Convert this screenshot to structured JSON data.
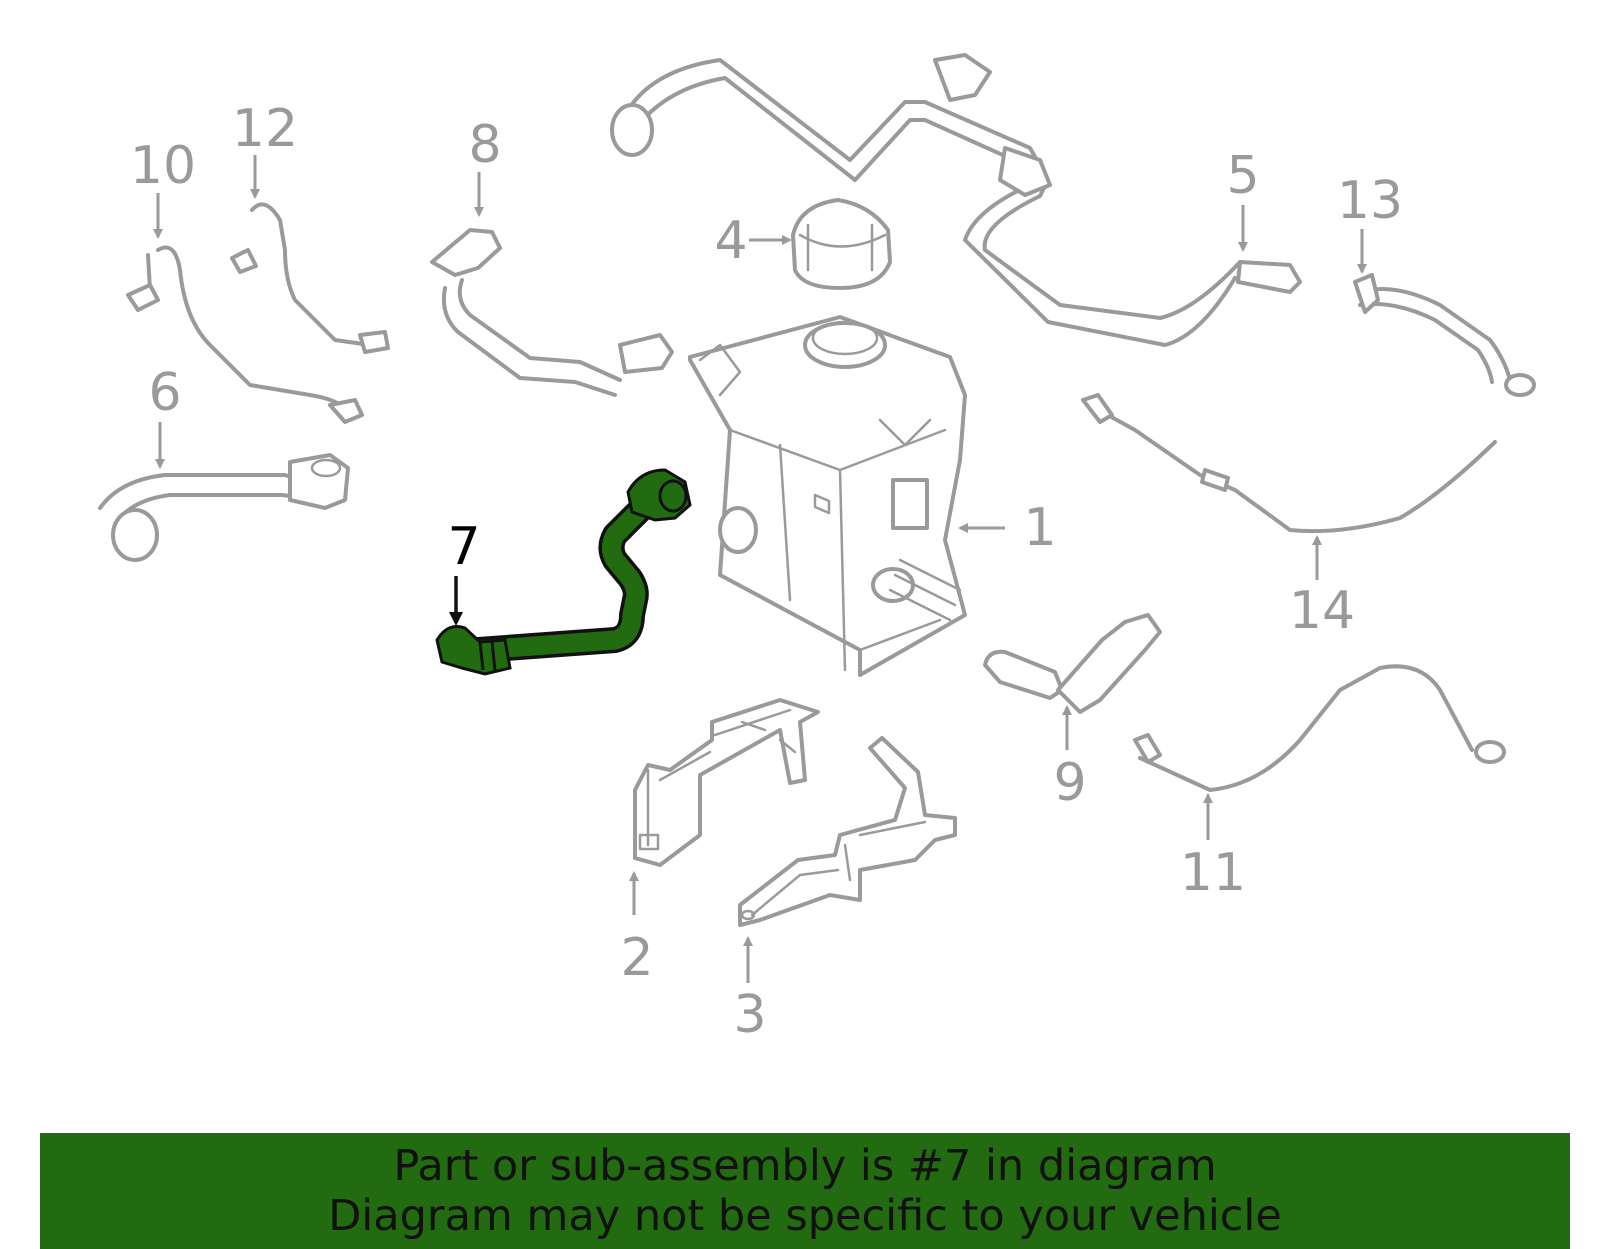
{
  "colors": {
    "highlight": "#226b10",
    "banner_background": "#226b10",
    "part_lines": "#9a9a9a",
    "highlight_label": "#000000",
    "background": "#ffffff"
  },
  "diagram": {
    "highlighted_part": "7",
    "callouts": {
      "c1": "1",
      "c2": "2",
      "c3": "3",
      "c4": "4",
      "c5": "5",
      "c6": "6",
      "c7": "7",
      "c8": "8",
      "c9": "9",
      "c10": "10",
      "c11": "11",
      "c12": "12",
      "c13": "13",
      "c14": "14"
    }
  },
  "banner": {
    "line1": "Part or sub-assembly is #7 in diagram",
    "line2": "Diagram may not be specific to your vehicle"
  }
}
